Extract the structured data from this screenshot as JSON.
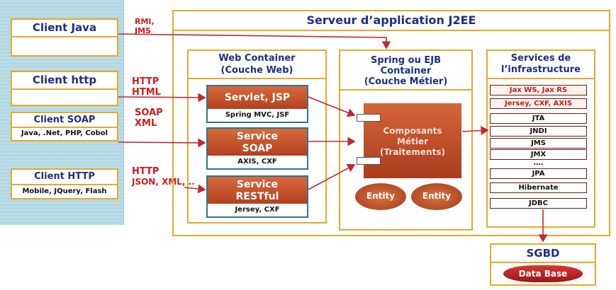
{
  "clients": {
    "java": {
      "title": "Client  Java"
    },
    "http": {
      "title": "Client  http"
    },
    "soap": {
      "title": "Client  SOAP",
      "sub": "Java, .Net, PHP, Cobol"
    },
    "http2": {
      "title": "Client  HTTP",
      "sub": "Mobile, JQuery, Flash"
    }
  },
  "protocols": {
    "rmi": [
      "RMI,",
      "JMS"
    ],
    "http_html": [
      "HTTP",
      "HTML"
    ],
    "soap_xml": [
      "SOAP",
      "XML"
    ],
    "http_json": [
      "HTTP",
      "JSON, XML, .."
    ]
  },
  "server": {
    "title": "Serveur d’application J2EE"
  },
  "web_container": {
    "title": [
      "Web Container",
      "(Couche Web)"
    ],
    "servlet": {
      "label": "Servlet, JSP",
      "sub": "Spring MVC, JSF"
    },
    "soap": {
      "label": [
        "Service",
        "SOAP"
      ],
      "sub": "AXIS, CXF"
    },
    "rest": {
      "label": [
        "Service",
        "RESTful"
      ],
      "sub": "Jersey, CXF"
    }
  },
  "business_container": {
    "title": [
      "Spring ou EJB",
      "Container",
      "(Couche Métier)"
    ],
    "components": [
      "Composants",
      "Métier",
      "(Traitements)"
    ],
    "entities": [
      "Entity",
      "Entity"
    ]
  },
  "infrastructure": {
    "title": [
      "Services de",
      "l’infrastructure"
    ],
    "items": [
      {
        "label": "Jax WS, Jax RS",
        "highlight": true
      },
      {
        "label": "Jersey, CXF, AXIS",
        "highlight": true
      },
      {
        "label": "JTA",
        "highlight": false
      },
      {
        "label": "JNDI",
        "highlight": false
      },
      {
        "label": "JMS",
        "highlight": false
      },
      {
        "label": "JMX",
        "highlight": false
      },
      {
        "label": "….",
        "highlight": false
      },
      {
        "label": "JPA",
        "highlight": false
      },
      {
        "label": "Hibernate",
        "highlight": false
      },
      {
        "label": "JDBC",
        "highlight": false
      }
    ]
  },
  "sgbd": {
    "title": "SGBD",
    "db": "Data Base"
  },
  "colors": {
    "accent": "#e8a82a",
    "arrow": "#c0282e",
    "title": "#1c2f86"
  }
}
